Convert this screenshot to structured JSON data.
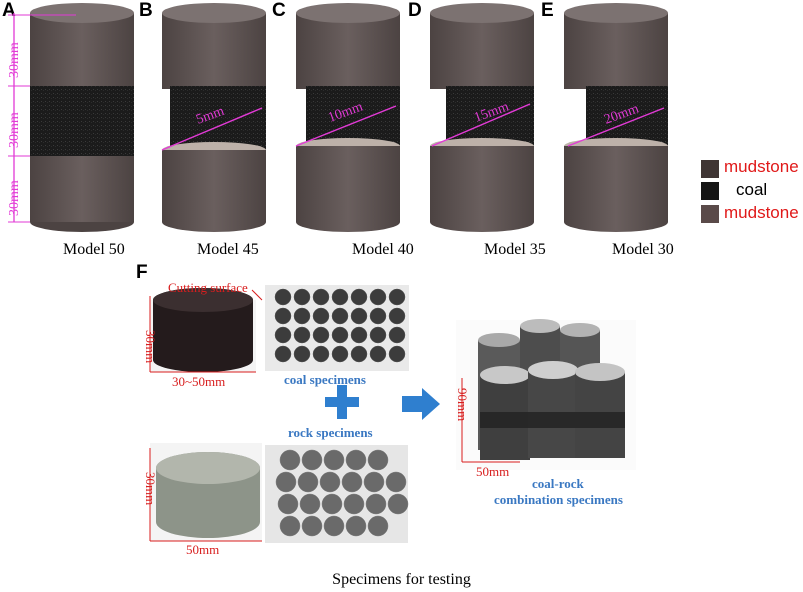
{
  "panels": [
    {
      "letter": "A",
      "model": "Model 50",
      "gap": ""
    },
    {
      "letter": "B",
      "model": "Model 45",
      "gap": "5mm"
    },
    {
      "letter": "C",
      "model": "Model 40",
      "gap": "10mm"
    },
    {
      "letter": "D",
      "model": "Model 35",
      "gap": "15mm"
    },
    {
      "letter": "E",
      "model": "Model 30",
      "gap": "20mm"
    }
  ],
  "dimensions_a": [
    "30mm",
    "30mm",
    "30mm"
  ],
  "legend": [
    {
      "label": "mudstone",
      "color": "#3f3534",
      "text_color": "#e01919"
    },
    {
      "label": "coal",
      "color": "#151515",
      "text_color": "#000000"
    },
    {
      "label": "mudstone",
      "color": "#5a4a49",
      "text_color": "#e01919"
    }
  ],
  "panel_f": {
    "letter": "F",
    "cutting_surface": "Cutting surface",
    "coal_height": "30mm",
    "coal_width": "30~50mm",
    "coal_label": "coal specimens",
    "rock_label": "rock specimens",
    "rock_height": "30mm",
    "rock_width": "50mm",
    "combo_height": "90mm",
    "combo_width": "50mm",
    "combo_label_line1": "coal-rock",
    "combo_label_line2": "combination specimens"
  },
  "caption": "Specimens for testing",
  "colors": {
    "rock": "#5e5352",
    "rock_top": "#8a8080",
    "coal": "#1c1c1c",
    "annotation": "#e23ad6",
    "arrow_blue": "#2f7fcf"
  }
}
